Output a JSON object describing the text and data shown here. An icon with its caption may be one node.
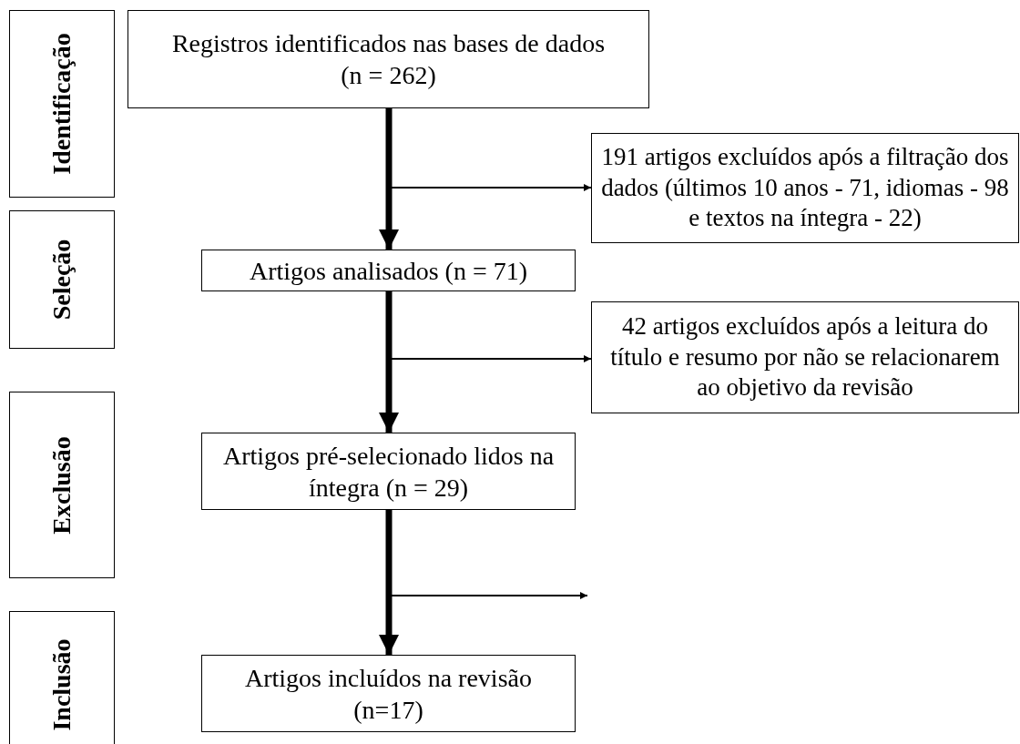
{
  "diagram": {
    "nodes": [
      {
        "text": [
          "Identificação"
        ]
      },
      {
        "text": [
          "Seleção"
        ]
      },
      {
        "text": [
          "Exclusão"
        ]
      },
      {
        "text": [
          "Inclusão"
        ]
      },
      {
        "text": [
          "Registros identificados nas bases de dados (n = 262)"
        ]
      },
      {
        "text": [
          "191 artigos excluídos após a filtração dos dados (últimos 10 anos - 71, idiomas - 98 e textos na íntegra - 22)"
        ]
      },
      {
        "text": [
          "Artigos analisados (n = 71)"
        ]
      },
      {
        "text": [
          "42 artigos excluídos após a leitura do título e resumo por não se relacionarem ao objetivo da revisão"
        ]
      },
      {
        "text": [
          "Artigos pré-selecionado lidos na íntegra (n = 29)"
        ]
      },
      {
        "text": [
          "Artigos incluídos na revisão (n=17)"
        ]
      }
    ],
    "edges": [
      {
        "from": 4,
        "to": 6,
        "arrow": "to",
        "style": "thick"
      },
      {
        "from": null,
        "to": 5,
        "arrow": "to"
      },
      {
        "from": 6,
        "to": 8,
        "arrow": "to",
        "style": "thick"
      },
      {
        "from": null,
        "to": 7,
        "arrow": "to"
      },
      {
        "from": 8,
        "to": 9,
        "arrow": "to",
        "style": "thick"
      },
      {
        "from": 8,
        "to": null,
        "arrow": "to"
      }
    ]
  }
}
